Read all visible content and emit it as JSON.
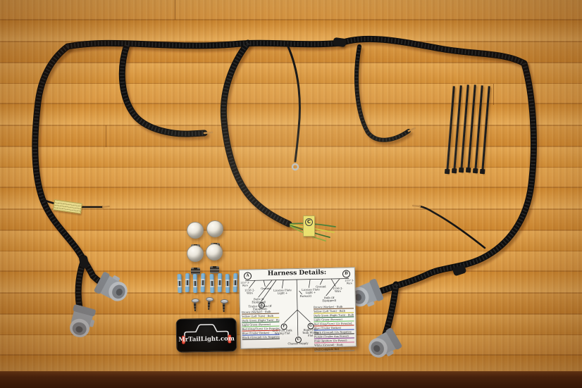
{
  "brand": {
    "logo_text": "MrTailLight.com"
  },
  "tags": {
    "chassis_tag_letter": "C"
  },
  "details_card": {
    "title": "Harness Details:",
    "left_connector_letter": "A",
    "right_connector_letter": "B",
    "left_side_label": "1157 3-Wire",
    "right_side_label": "1157 3-Wire",
    "branch_labels": {
      "left": [
        "1156 2-Wire",
        "Ground",
        "Bulb (If Equipped)"
      ],
      "center": [
        "License Plate Light +",
        "License Plate Light +",
        "Forward"
      ],
      "right": [
        "Ground",
        "1156 2-Wire",
        "Bulb (If Equipped)"
      ]
    },
    "mid_items": [
      {
        "letter": "E",
        "label": "Trailer Option (If Equipped)"
      },
      {
        "letter": "F",
        "label": "Left Fuel Tank Wiring Flat"
      },
      {
        "letter": "G",
        "label": "Right Fuel Tank Wiring Flat"
      },
      {
        "letter": "C",
        "label": "Chassis Supply"
      }
    ],
    "left_color_rows": [
      {
        "text": "Brown (Marker) - Bulb",
        "color": "#6b4423"
      },
      {
        "text": "Yellow (Left Turn) - Bulb",
        "color": "#c8b414"
      },
      {
        "text": "Dark Green (Right Turn) - Bulb",
        "color": "#1d5a28"
      },
      {
        "text": "Light Green (Reverse)",
        "color": "#66bb55"
      },
      {
        "text": "Red (Stop/Turn) 12v Powered",
        "color": "#bb2211"
      },
      {
        "text": "Blue (Trailer Brakes)",
        "color": "#2244bb"
      },
      {
        "text": "Black (Ground) 12v Negative",
        "color": "#222222"
      }
    ],
    "right_color_rows": [
      {
        "text": "Brown (Marker) - Bulb",
        "color": "#6b4423"
      },
      {
        "text": "Yellow (Left Turn) - Bulb",
        "color": "#c8b414"
      },
      {
        "text": "Dark Green (Right Turn) - Bulb",
        "color": "#1d5a28"
      },
      {
        "text": "Light Green (Reverse)",
        "color": "#66bb55"
      },
      {
        "text": "Red (Stop/Turn) 12v Powered",
        "color": "#bb2211"
      },
      {
        "text": "Blue (Trailer Brakes)",
        "color": "#2244bb"
      },
      {
        "text": "Black (Ground) 12v Negative",
        "color": "#222222"
      },
      {
        "text": "Purple (Trailer Aux Power)",
        "color": "#7a2d8c"
      },
      {
        "text": "Pink (Ignition 12v Power)",
        "color": "#d9648f"
      },
      {
        "text": "White (Ground) - Body",
        "color": "#bbbbbb"
      },
      {
        "text": "(Full Complete Kit)",
        "color": "#888888"
      }
    ]
  }
}
